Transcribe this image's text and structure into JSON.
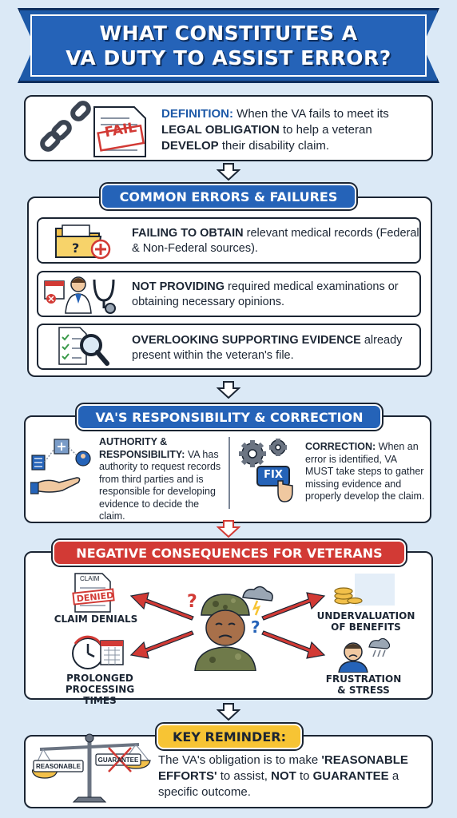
{
  "title": "WHAT CONSTITUTES A\nVA DUTY TO ASSIST ERROR?",
  "definition": {
    "label": "DEFINITION:",
    "text_1": " When the VA fails to meet its ",
    "emph_1": "LEGAL OBLIGATION",
    "text_2": " to help a veteran ",
    "emph_2": "DEVELOP",
    "text_3": " their disability claim.",
    "stamp": "FAIL"
  },
  "errors": {
    "header": "COMMON ERRORS & FAILURES",
    "items": [
      {
        "lead": "FAILING TO OBTAIN",
        "rest": " relevant medical records (Federal & Non-Federal sources)."
      },
      {
        "lead": "NOT PROVIDING",
        "rest": " required medical examinations or obtaining necessary opinions."
      },
      {
        "lead": "OVERLOOKING SUPPORTING EVIDENCE",
        "rest": " already present within the veteran's file."
      }
    ]
  },
  "responsibility": {
    "header": "VA'S RESPONSIBILITY & CORRECTION",
    "left_label": "AUTHORITY & RESPONSIBILITY:",
    "left_text": " VA has authority to request records from third parties and is responsible for developing evidence to decide the claim.",
    "right_label": "CORRECTION:",
    "right_text": " When an error is identified, VA MUST take steps to gather missing evidence and properly develop the claim.",
    "fix_label": "FIX"
  },
  "consequences": {
    "header": "NEGATIVE CONSEQUENCES FOR VETERANS",
    "claim_label": "CLAIM",
    "denied_stamp": "DENIED",
    "items": [
      "CLAIM DENIALS",
      "PROLONGED\nPROCESSING TIMES",
      "UNDERVALUATION\nOF BENEFITS",
      "FRUSTRATION\n& STRESS"
    ]
  },
  "reminder": {
    "header": "KEY REMINDER:",
    "text_1": "The VA's obligation is to make ",
    "emph_1": "'REASONABLE EFFORTS'",
    "text_2": " to assist, ",
    "emph_2": "NOT",
    "text_3": " to ",
    "emph_3": "GUARANTEE",
    "text_4": " a specific outcome.",
    "scale_left": "REASONABLE",
    "scale_right": "GUARANTEE"
  },
  "colors": {
    "background": "#dbe9f6",
    "blue": "#2563b8",
    "red": "#d23a35",
    "yellow": "#f7c434",
    "dark": "#1b2533"
  }
}
